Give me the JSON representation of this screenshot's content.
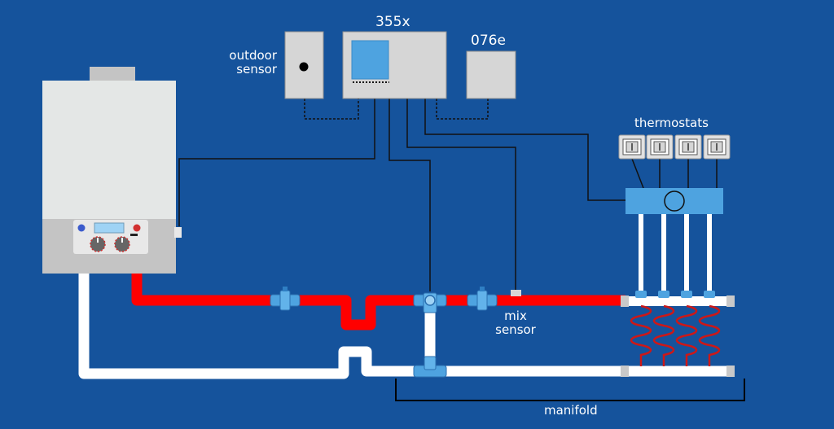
{
  "labels": {
    "controller": "355x",
    "outdoor_sensor": [
      "outdoor",
      "sensor"
    ],
    "module": "076e",
    "thermostats": "thermostats",
    "mix_sensor": [
      "mix",
      "sensor"
    ],
    "manifold": "manifold"
  },
  "colors": {
    "background": "#15539c",
    "supply_pipe": "#ff0000",
    "return_pipe": "#ffffff",
    "valve": "#4ea3e0",
    "device_body": "#d6d6d6",
    "boiler_body": "#e4e7e6",
    "boiler_panel": "#c4c4c4",
    "wire": "#111111"
  },
  "icons": [
    "boiler",
    "outdoor-sensor-box",
    "controller-box",
    "zone-module-box",
    "thermostat-icon",
    "zone-relay-box",
    "ball-valve",
    "mixing-valve",
    "tee-fitting",
    "radiant-loop",
    "manifold-bracket"
  ]
}
